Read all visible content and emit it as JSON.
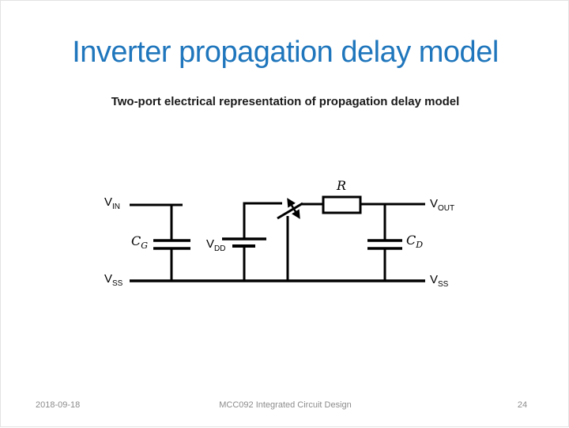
{
  "slide": {
    "title": "Inverter propagation delay model",
    "subtitle": "Two-port electrical representation of propagation delay model"
  },
  "circuit": {
    "description": "Two-port RC model: input port V_IN with gate capacitance C_G to V_SS; switch toggling output between V_DD supply and V_SS through resistance R; output V_OUT with drain capacitance C_D to V_SS",
    "labels": {
      "vin": {
        "main": "V",
        "sub": "IN"
      },
      "cg": {
        "main": "C",
        "sub": "G"
      },
      "vdd": {
        "main": "V",
        "sub": "DD"
      },
      "vss_left": {
        "main": "V",
        "sub": "SS"
      },
      "r": {
        "main": "R",
        "sub": ""
      },
      "vout": {
        "main": "V",
        "sub": "OUT"
      },
      "cd": {
        "main": "C",
        "sub": "D"
      },
      "vss_right": {
        "main": "V",
        "sub": "SS"
      }
    }
  },
  "footer": {
    "date": "2018-09-18",
    "course": "MCC092 Integrated Circuit Design",
    "page_number": "24"
  },
  "colors": {
    "title_blue": "#1f76bc",
    "subtitle_black": "#1a1a1a",
    "footer_gray": "#8c8c8c",
    "circuit_black": "#000000",
    "background": "#ffffff"
  }
}
